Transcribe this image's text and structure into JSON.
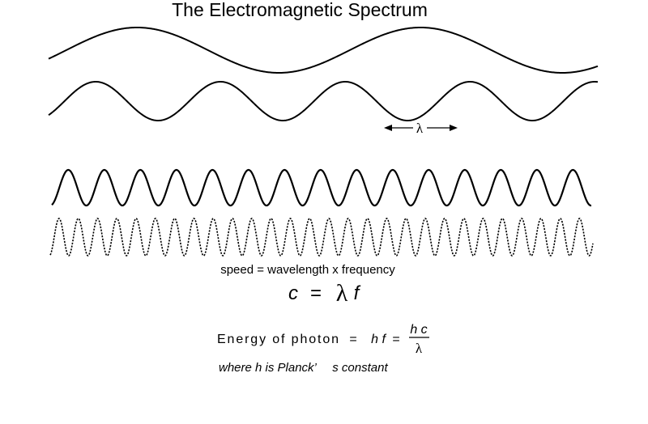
{
  "title": "The Electromagnetic Spectrum",
  "wavelength_marker": "λ",
  "speed_relation": "speed = wavelength x frequency",
  "formula": {
    "c": "c",
    "equals": "=",
    "lambda": "λ",
    "f": "f"
  },
  "energy": {
    "label": "Energy of photon",
    "eq1": "=",
    "hf": "h f",
    "eq2": "=",
    "numerator": "h c",
    "denominator": "λ"
  },
  "planck_note_part1": "where h is Planck’",
  "planck_note_part2": "s constant"
}
